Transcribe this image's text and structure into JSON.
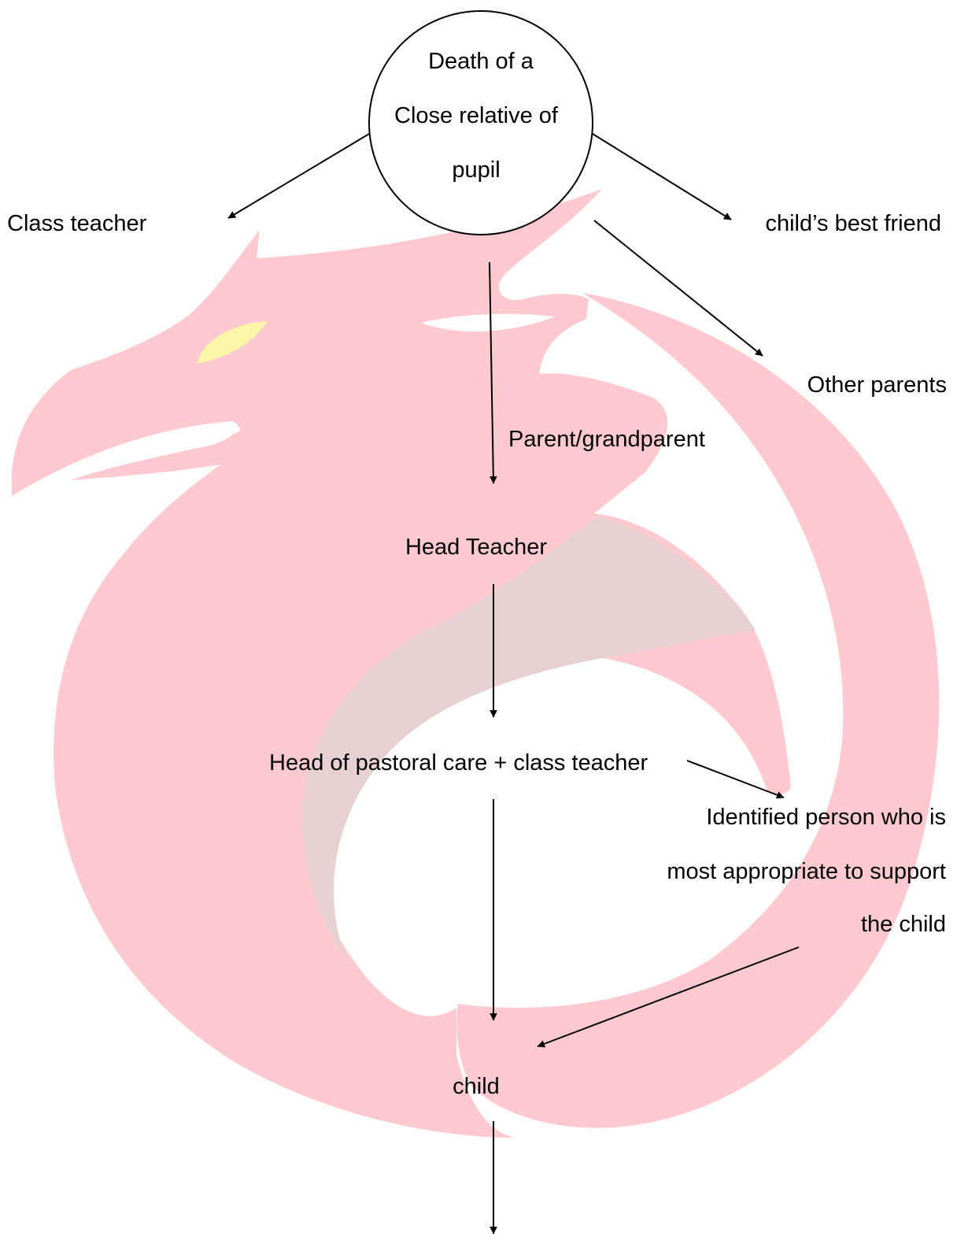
{
  "diagram": {
    "root": {
      "lines": [
        "Death of a",
        "Close relative of",
        "pupil"
      ]
    },
    "nodes": {
      "class_teacher": "Class teacher",
      "best_friend": "child’s best friend",
      "other_parents": "Other parents",
      "parent_grandparent": "Parent/grandparent",
      "head_teacher": "Head Teacher",
      "pastoral": "Head of pastoral care + class teacher",
      "identified_person": [
        "Identified person who is",
        "most appropriate to support",
        "the child"
      ],
      "child": "child"
    },
    "colors": {
      "line": "#000000",
      "watermark_pink": "#ffc9d0",
      "watermark_grey": "#e6d0d2",
      "watermark_eye": "#fbf5a8"
    },
    "watermark": "phoenix-logo"
  }
}
